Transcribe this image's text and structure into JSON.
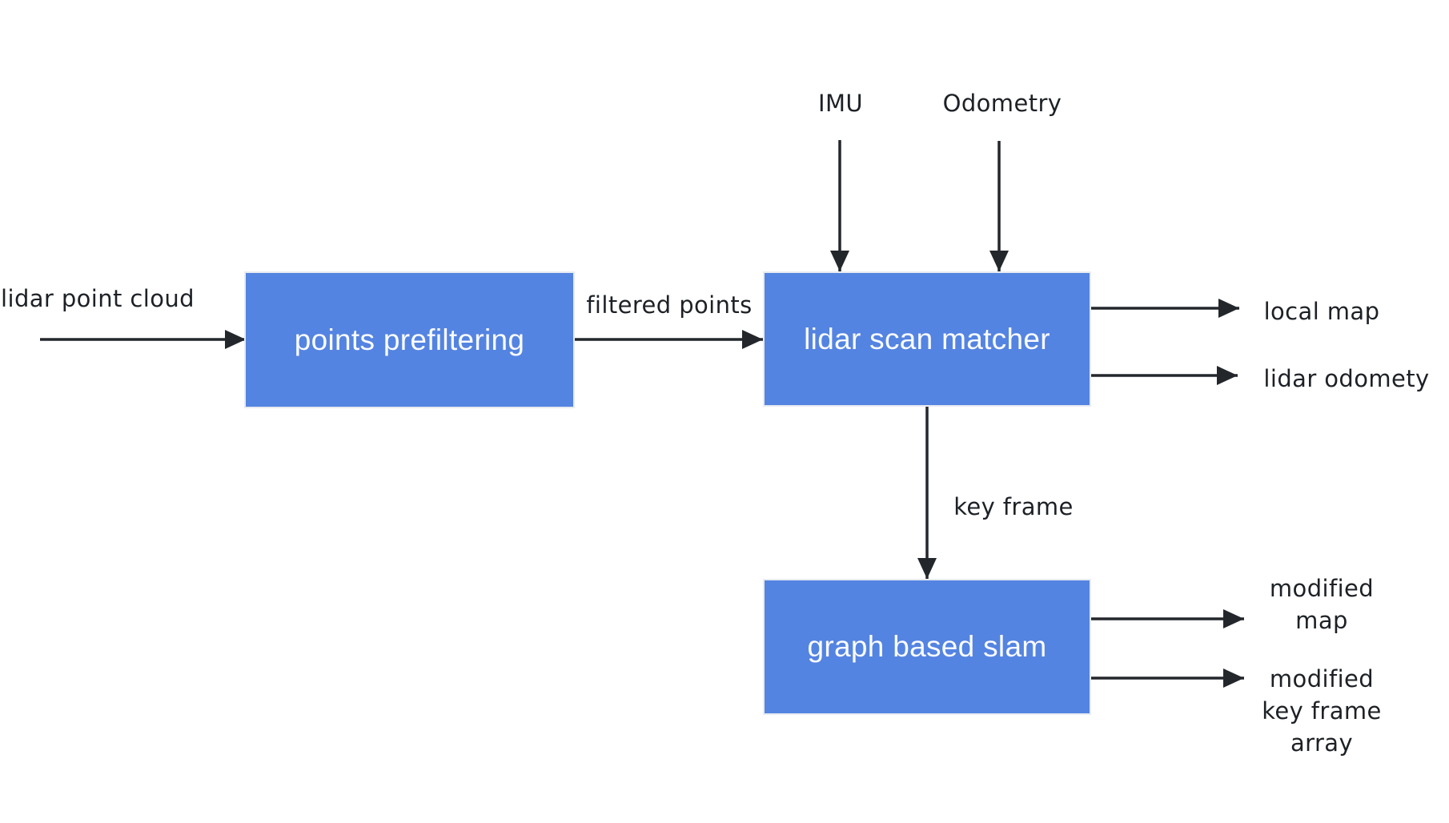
{
  "colors": {
    "background": "#FFFFFF",
    "node_fill": "#5484E1",
    "node_border": "#E8EBF1",
    "node_text": "#FAFBFF",
    "label_text": "#1D2126",
    "arrow": "#23272C"
  },
  "nodes": {
    "points_prefiltering": "points prefiltering",
    "lidar_scan_matcher": "lidar scan matcher",
    "graph_based_slam": "graph based slam"
  },
  "external_inputs": {
    "lidar_point_cloud": "lidar point cloud",
    "imu": "IMU",
    "odometry": "Odometry"
  },
  "edge_labels": {
    "filtered_points": "filtered points",
    "key_frame": "key frame"
  },
  "outputs": {
    "local_map": "local map",
    "lidar_odomety": "lidar odomety",
    "modified_map": {
      "line1": "modified",
      "line2": "map"
    },
    "modified_key_frame_array": {
      "line1": "modified",
      "line2": "key frame",
      "line3": "array"
    }
  }
}
